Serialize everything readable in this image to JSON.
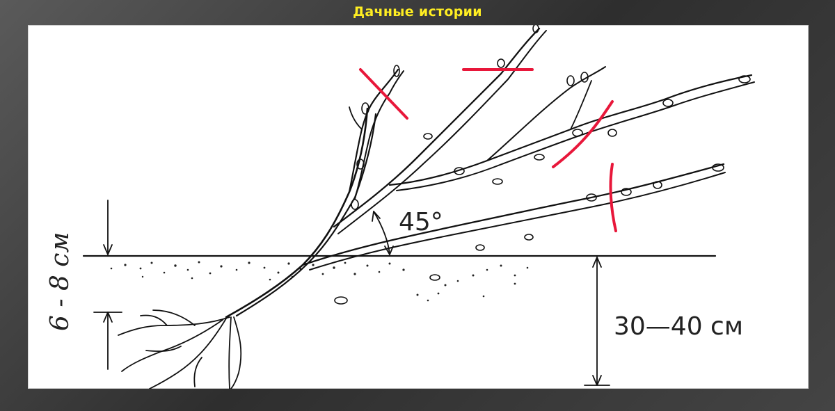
{
  "header": {
    "title": "Дачные истории"
  },
  "diagram": {
    "angle_label": "45°",
    "depth_label": "30—40 см",
    "height_label": "6 - 8 см"
  },
  "colors": {
    "title": "#ffee22",
    "cut_marks": "#e8173a",
    "ink": "#111111",
    "frame": "#3a3a3a"
  }
}
